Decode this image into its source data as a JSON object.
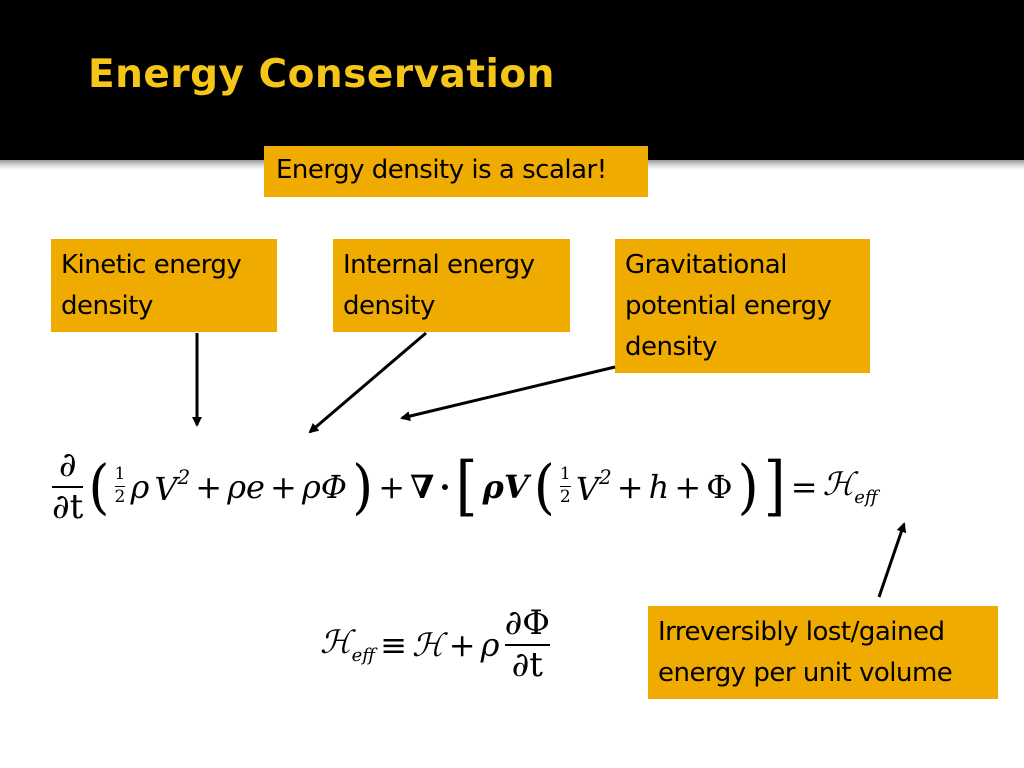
{
  "slide": {
    "title": "Energy Conservation",
    "scalar_note": "Energy density is a scalar!",
    "kinetic_label": [
      "Kinetic energy",
      "density"
    ],
    "internal_label": [
      "Internal energy",
      "density"
    ],
    "gravitational_label": [
      "Gravitational",
      "potential energy",
      "density"
    ],
    "irreversible_label": [
      "Irreversibly lost/gained",
      "energy per unit volume"
    ]
  },
  "equation_main": {
    "partial": "∂",
    "partial_t": "∂t",
    "half_num": "1",
    "half_den": "2",
    "rho": "ρ",
    "V": "V",
    "sq": "2",
    "plus": "+",
    "rho_e": "ρe",
    "rho_phi": "ρΦ",
    "nabla": "∇",
    "cdot": "·",
    "rhoV": "ρV",
    "h": "h",
    "phi": "Φ",
    "equals": "=",
    "H": "ℋ",
    "eff": "eff"
  },
  "equation_def": {
    "H": "ℋ",
    "eff": "eff",
    "equiv": "≡",
    "H2": "ℋ",
    "plus": "+",
    "rho": "ρ",
    "dphi": "∂Φ",
    "dt": "∂t"
  }
}
